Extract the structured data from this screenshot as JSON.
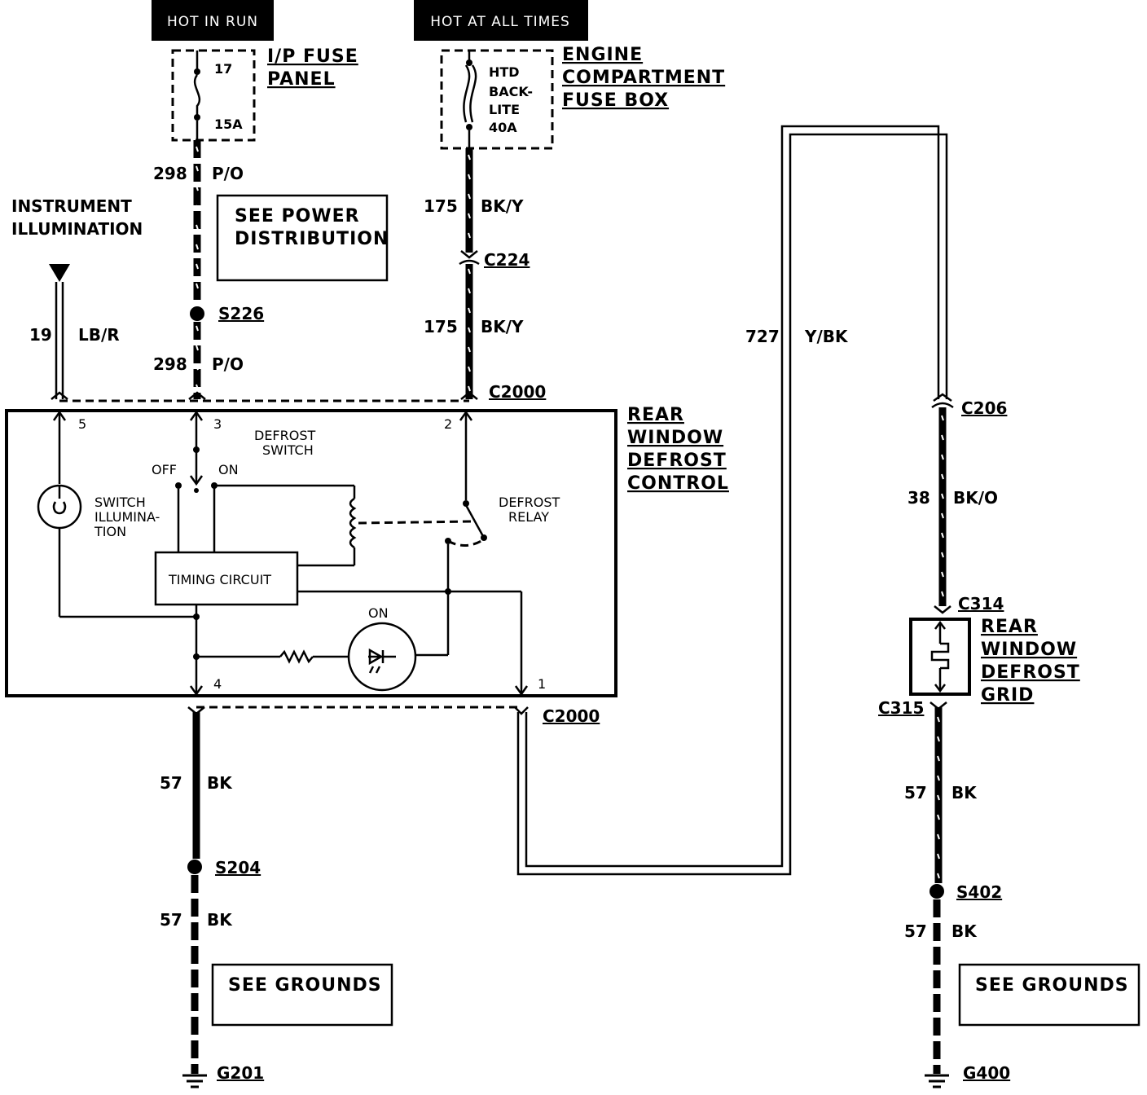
{
  "power_sources": {
    "hot_in_run": "HOT IN RUN",
    "hot_at_all_times": "HOT AT ALL TIMES"
  },
  "fuses": {
    "ip_fuse": {
      "number": "17",
      "rating": "15A"
    },
    "ip_panel_label": [
      "I/P FUSE",
      "PANEL"
    ],
    "engine_fuse": [
      "HTD",
      "BACK-",
      "LITE",
      "40A"
    ],
    "engine_box_label": [
      "ENGINE",
      "COMPARTMENT",
      "FUSE BOX"
    ]
  },
  "wires": {
    "w298_top": {
      "circuit": "298",
      "color": "P/O"
    },
    "w298_bottom": {
      "circuit": "298",
      "color": "P/O"
    },
    "w175_top": {
      "circuit": "175",
      "color": "BK/Y"
    },
    "w175_bottom": {
      "circuit": "175",
      "color": "BK/Y"
    },
    "w19": {
      "circuit": "19",
      "color": "LB/R"
    },
    "w727": {
      "circuit": "727",
      "color": "Y/BK"
    },
    "w38": {
      "circuit": "38",
      "color": "BK/O"
    },
    "w57_left_top": {
      "circuit": "57",
      "color": "BK"
    },
    "w57_left_bottom": {
      "circuit": "57",
      "color": "BK"
    },
    "w57_right_top": {
      "circuit": "57",
      "color": "BK"
    },
    "w57_right_bottom": {
      "circuit": "57",
      "color": "BK"
    }
  },
  "connectors": {
    "c224": "C224",
    "c2000_top": "C2000",
    "c2000_bottom": "C2000",
    "c206": "C206",
    "c314": "C314",
    "c315": "C315"
  },
  "splices": {
    "s226": "S226",
    "s204": "S204",
    "s402": "S402"
  },
  "grounds": {
    "g201": "G201",
    "g400": "G400"
  },
  "notes": {
    "instrument_illumination": [
      "INSTRUMENT",
      "ILLUMINATION"
    ],
    "see_power_distribution": [
      "SEE POWER",
      "DISTRIBUTION"
    ],
    "see_grounds_left": "SEE GROUNDS",
    "see_grounds_right": "SEE GROUNDS"
  },
  "module": {
    "name": [
      "REAR",
      "WINDOW",
      "DEFROST",
      "CONTROL"
    ],
    "pins": {
      "p1": "1",
      "p2": "2",
      "p3": "3",
      "p4": "4",
      "p5": "5"
    },
    "defrost_switch": [
      "DEFROST",
      "SWITCH"
    ],
    "switch_off": "OFF",
    "switch_on": "ON",
    "switch_illumination": [
      "SWITCH",
      "ILLUMINA-",
      "TION"
    ],
    "defrost_relay": [
      "DEFROST",
      "RELAY"
    ],
    "timing_circuit": "TIMING CIRCUIT",
    "led_on": "ON"
  },
  "grid": {
    "name": [
      "REAR",
      "WINDOW",
      "DEFROST",
      "GRID"
    ]
  }
}
